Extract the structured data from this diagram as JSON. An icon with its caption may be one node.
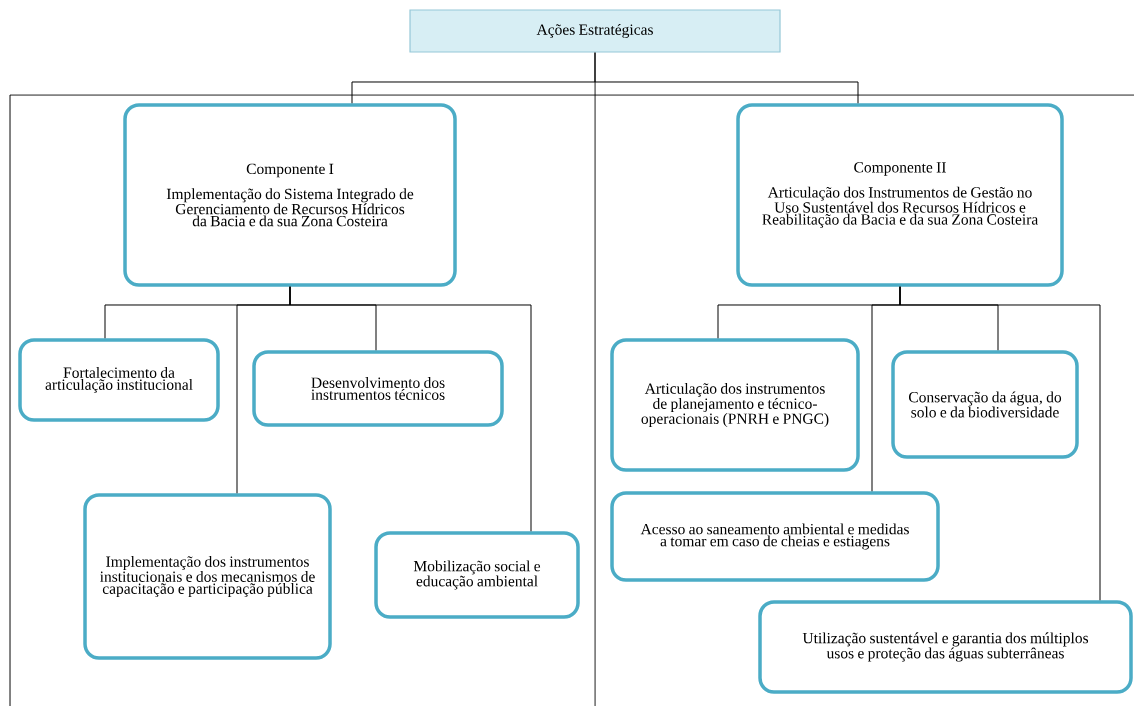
{
  "diagram": {
    "nodes": [
      {
        "text": [
          "Ações Estratégicas"
        ]
      },
      {
        "text": [
          "Componente I",
          "Implementação do Sistema Integrado de Gerenciamento de Recursos Hídricos da Bacia e da sua Zona Costeira"
        ]
      },
      {
        "text": [
          "Componente II",
          "Articulação dos Instrumentos de Gestão no Uso Sustentável dos Recursos Hídricos e Reabilitação da Bacia e da sua Zona Costeira"
        ]
      },
      {
        "text": [
          "Fortalecimento da articulação institucional"
        ]
      },
      {
        "text": [
          "Desenvolvimento dos instrumentos técnicos"
        ]
      },
      {
        "text": [
          "Implementação dos instrumentos institucionais e dos mecanismos de capacitação e participação pública"
        ]
      },
      {
        "text": [
          "Mobilização social e educação ambiental"
        ]
      },
      {
        "text": [
          "Articulação dos instrumentos de planejamento e técnico-operacionais (PNRH e PNGC)"
        ]
      },
      {
        "text": [
          "Conservação da água, do solo e da biodiversidade"
        ]
      },
      {
        "text": [
          "Acesso ao saneamento ambiental e medidas a tomar em caso de cheias e estiagens"
        ]
      },
      {
        "text": [
          "Utilização sustentável e garantia dos múltiplos usos e proteção das águas subterrâneas"
        ]
      }
    ],
    "edges": [
      {
        "from": 0,
        "to": 1,
        "arrow": "none"
      },
      {
        "from": 0,
        "to": 2,
        "arrow": "none"
      },
      {
        "from": 1,
        "to": 3,
        "arrow": "none"
      },
      {
        "from": 1,
        "to": 4,
        "arrow": "none"
      },
      {
        "from": 1,
        "to": 5,
        "arrow": "none"
      },
      {
        "from": 1,
        "to": 6,
        "arrow": "none"
      },
      {
        "from": 2,
        "to": 7,
        "arrow": "none"
      },
      {
        "from": 2,
        "to": 8,
        "arrow": "none"
      },
      {
        "from": 2,
        "to": 9,
        "arrow": "none"
      },
      {
        "from": 2,
        "to": 10,
        "arrow": "none"
      }
    ]
  }
}
